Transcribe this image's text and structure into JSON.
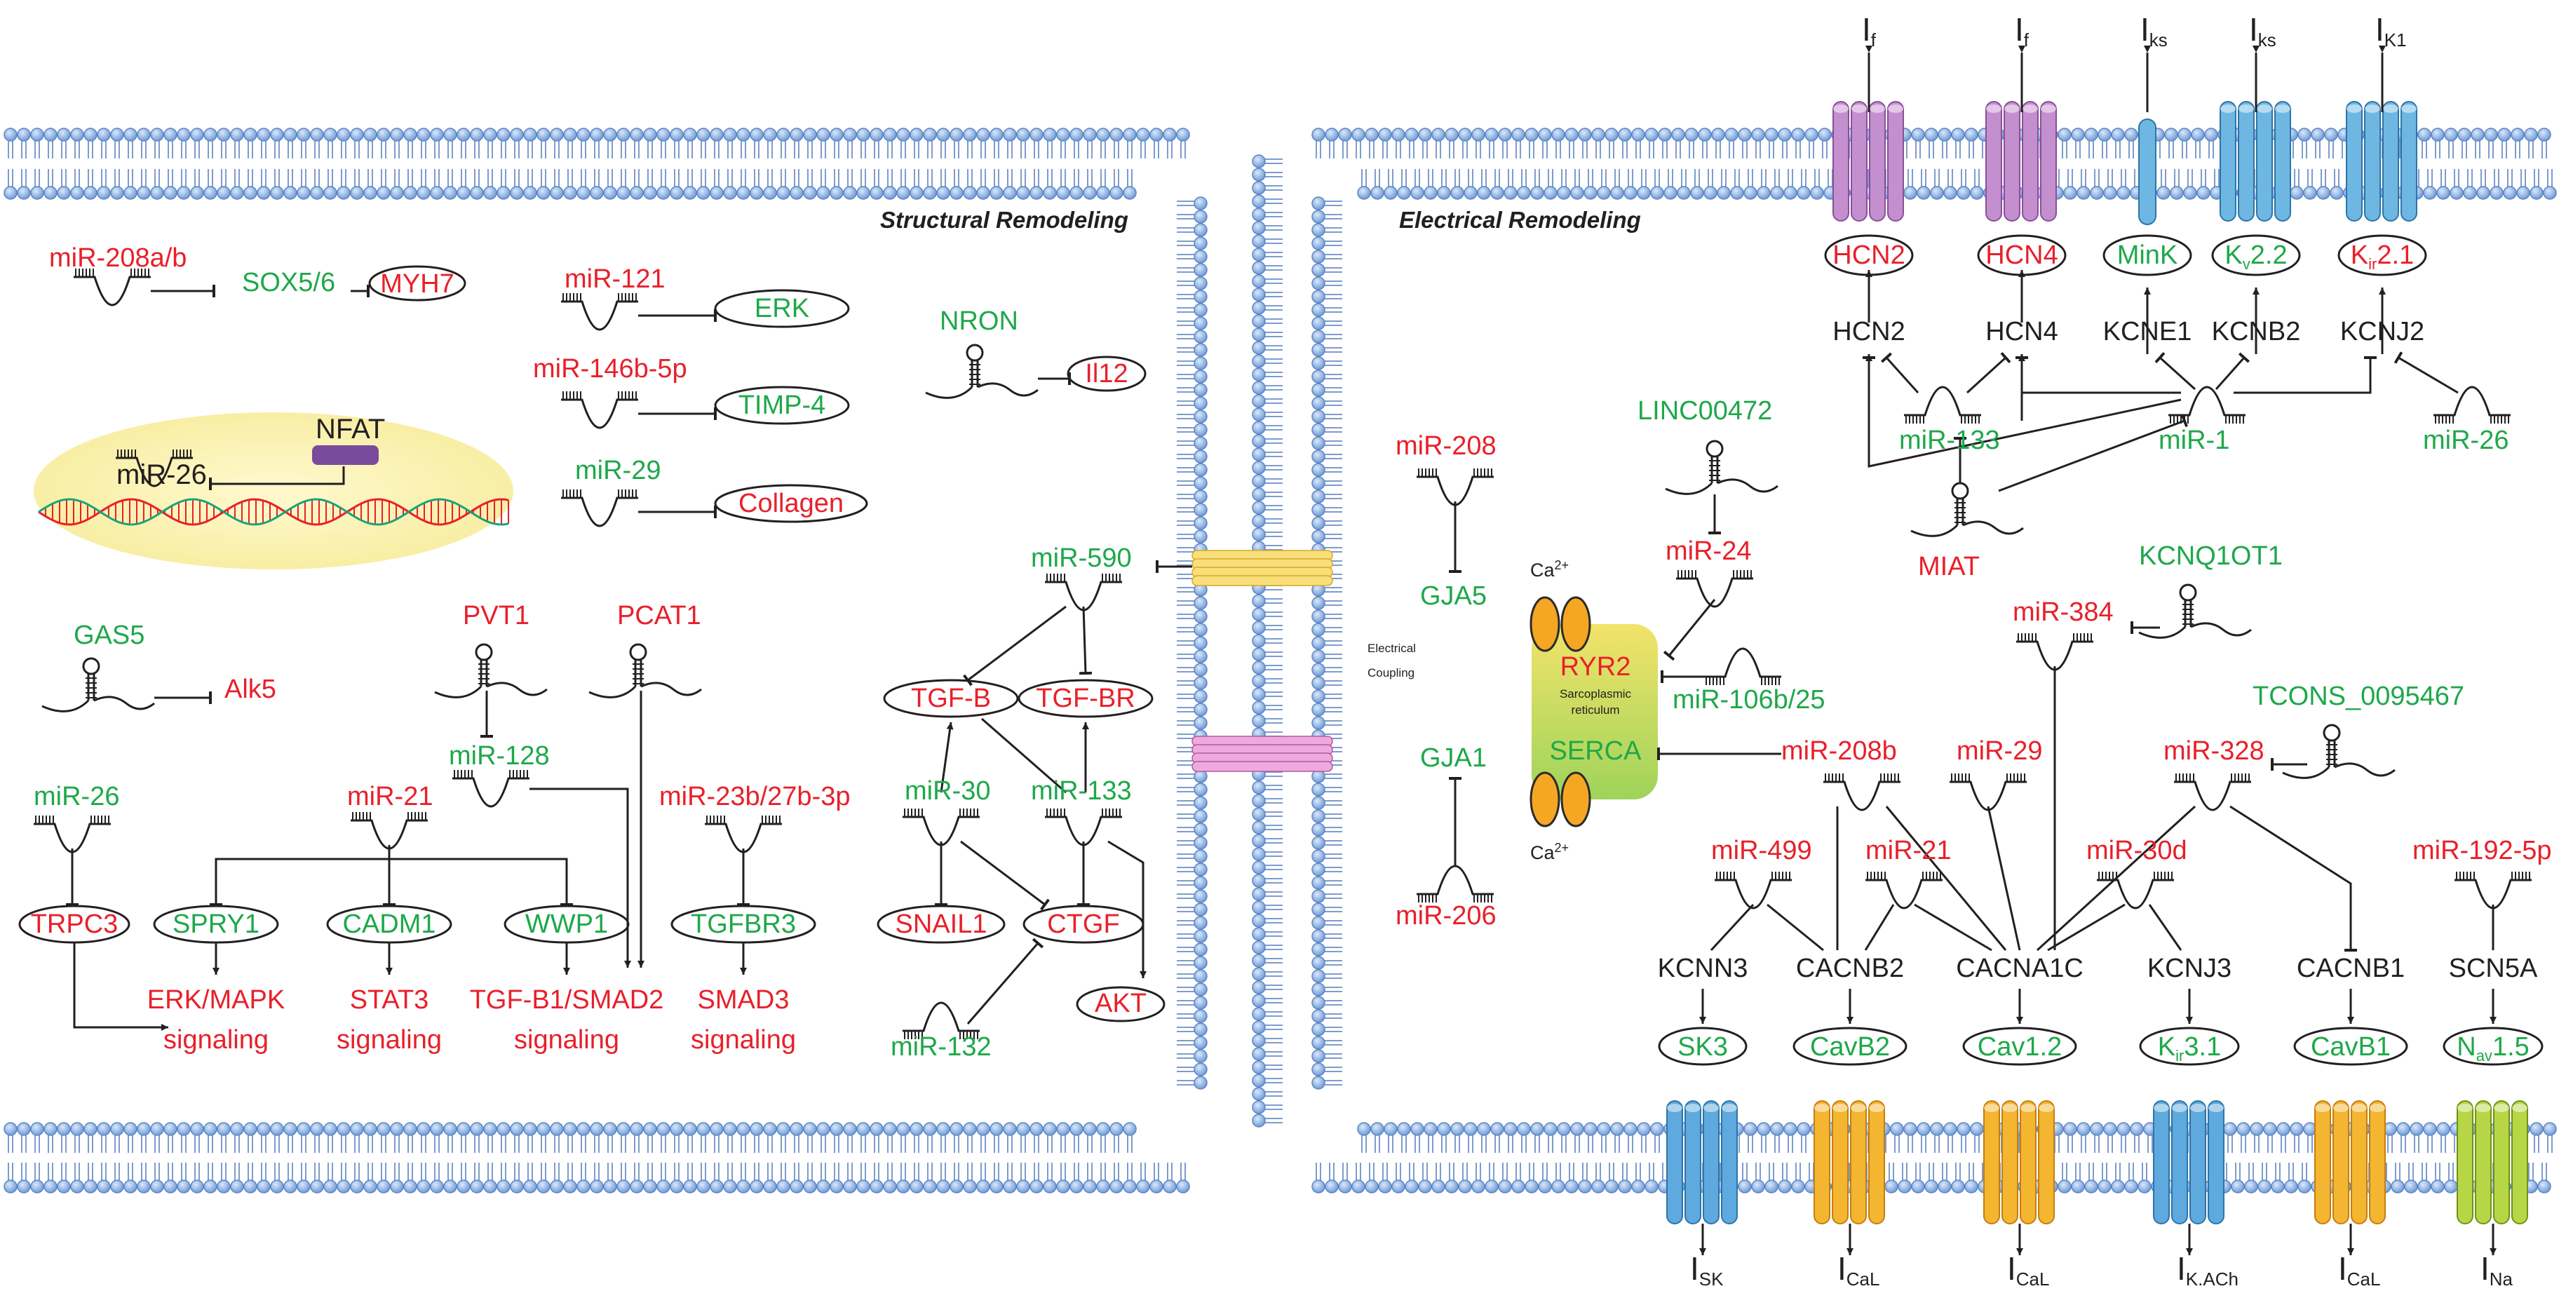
{
  "sections": {
    "structural": "Structural Remodeling",
    "electrical": "Electrical Remodeling",
    "coupling_line1": "Electrical",
    "coupling_line2": "Coupling",
    "sr_line1": "Sarcoplasmic",
    "sr_line2": "reticulum"
  },
  "currents": {
    "top": [
      {
        "main": "I",
        "sub": "f"
      },
      {
        "main": "I",
        "sub": "f"
      },
      {
        "main": "I",
        "sub": "ks"
      },
      {
        "main": "I",
        "sub": "ks"
      },
      {
        "main": "I",
        "sub": "K1"
      }
    ],
    "bottom": [
      {
        "main": "I",
        "sub": "SK"
      },
      {
        "main": "I",
        "sub": "CaL"
      },
      {
        "main": "I",
        "sub": "CaL"
      },
      {
        "main": "I",
        "sub": "K.ACh"
      },
      {
        "main": "I",
        "sub": "CaL"
      },
      {
        "main": "I",
        "sub": "Na"
      }
    ]
  },
  "structural": {
    "mir208ab": "miR-208a/b",
    "sox56": "SOX5/6",
    "myh7": "MYH7",
    "mir121": "miR-121",
    "erk": "ERK",
    "mir146": "miR-146b-5p",
    "timp4": "TIMP-4",
    "mir29": "miR-29",
    "collagen": "Collagen",
    "nfat": "NFAT",
    "mir26_nucleus": "miR-26",
    "nron": "NRON",
    "il12": "Il12",
    "gas5": "GAS5",
    "alk5": "Alk5",
    "pvt1": "PVT1",
    "pcat1": "PCAT1",
    "mir128": "miR-128",
    "mir21": "miR-21",
    "mir23": "miR-23b/27b-3p",
    "mir26": "miR-26",
    "trpc3": "TRPC3",
    "spry1": "SPRY1",
    "cadm1": "CADM1",
    "wwp1": "WWP1",
    "tgfbr3": "TGFBR3",
    "erkmapk_1": "ERK/MAPK",
    "erkmapk_2": "signaling",
    "stat3_1": "STAT3",
    "stat3_2": "signaling",
    "tgfb1_1": "TGF-B1/SMAD2",
    "tgfb1_2": "signaling",
    "smad3_1": "SMAD3",
    "smad3_2": "signaling",
    "mir590": "miR-590",
    "tgfb": "TGF-B",
    "tgfbr": "TGF-BR",
    "mir30": "miR-30",
    "mir133": "miR-133",
    "snail1": "SNAIL1",
    "ctgf": "CTGF",
    "akt": "AKT",
    "mir132": "miR-132"
  },
  "electrical": {
    "mir208": "miR-208",
    "gja5": "GJA5",
    "gja1": "GJA1",
    "mir206": "miR-206",
    "linc": "LINC00472",
    "mir24": "miR-24",
    "ca_top": "Ca",
    "ca_bottom": "Ca",
    "ca_charge": "2+",
    "ryr2": "RYR2",
    "serca": "SERCA",
    "mir106": "miR-106b/25",
    "hcn2_box": "HCN2",
    "hcn4_box": "HCN4",
    "mink_box": "MinK",
    "kv22_main": "K",
    "kv22_sub": "v",
    "kv22_rest": "2.2",
    "kir21_main": "K",
    "kir21_sub": "ir",
    "kir21_rest": "2.1",
    "hcn2": "HCN2",
    "hcn4": "HCN4",
    "kcne1": "KCNE1",
    "kcnb2": "KCNB2",
    "kcnj2": "KCNJ2",
    "mir133": "miR-133",
    "mir1": "miR-1",
    "mir26": "miR-26",
    "miat": "MIAT",
    "kcnq": "KCNQ1OT1",
    "mir384": "miR-384",
    "tcons": "TCONS_0095467",
    "mir208b": "miR-208b",
    "mir29": "miR-29",
    "mir328": "miR-328",
    "mir499": "miR-499",
    "mir21": "miR-21",
    "mir30d": "miR-30d",
    "mir192": "miR-192-5p",
    "kcnn3": "KCNN3",
    "cacnb2": "CACNB2",
    "cacna1c": "CACNA1C",
    "kcnj3": "KCNJ3",
    "cacnb1": "CACNB1",
    "scn5a": "SCN5A",
    "sk3": "SK3",
    "cavb2": "CavB2",
    "cav12": "Cav1.2",
    "kir31_main": "K",
    "kir31_sub": "ir",
    "kir31_rest": "3.1",
    "cavb1": "CavB1",
    "nav15_main": "N",
    "nav15_sub": "av",
    "nav15_rest": "1.5"
  },
  "colors": {
    "mirna_red": "#e8202a",
    "lncrna_green": "#1ea84a",
    "membrane_blue": "#6f9bd8",
    "hcn_purple": "#b57ec0",
    "k_channel_blue": "#4fa8dc",
    "ca_channel_orange": "#f2a81d",
    "na_channel_green": "#a5cc2f",
    "nucleus_yellow": "#fbf3b2",
    "nfat_purple": "#7a4b9c"
  }
}
